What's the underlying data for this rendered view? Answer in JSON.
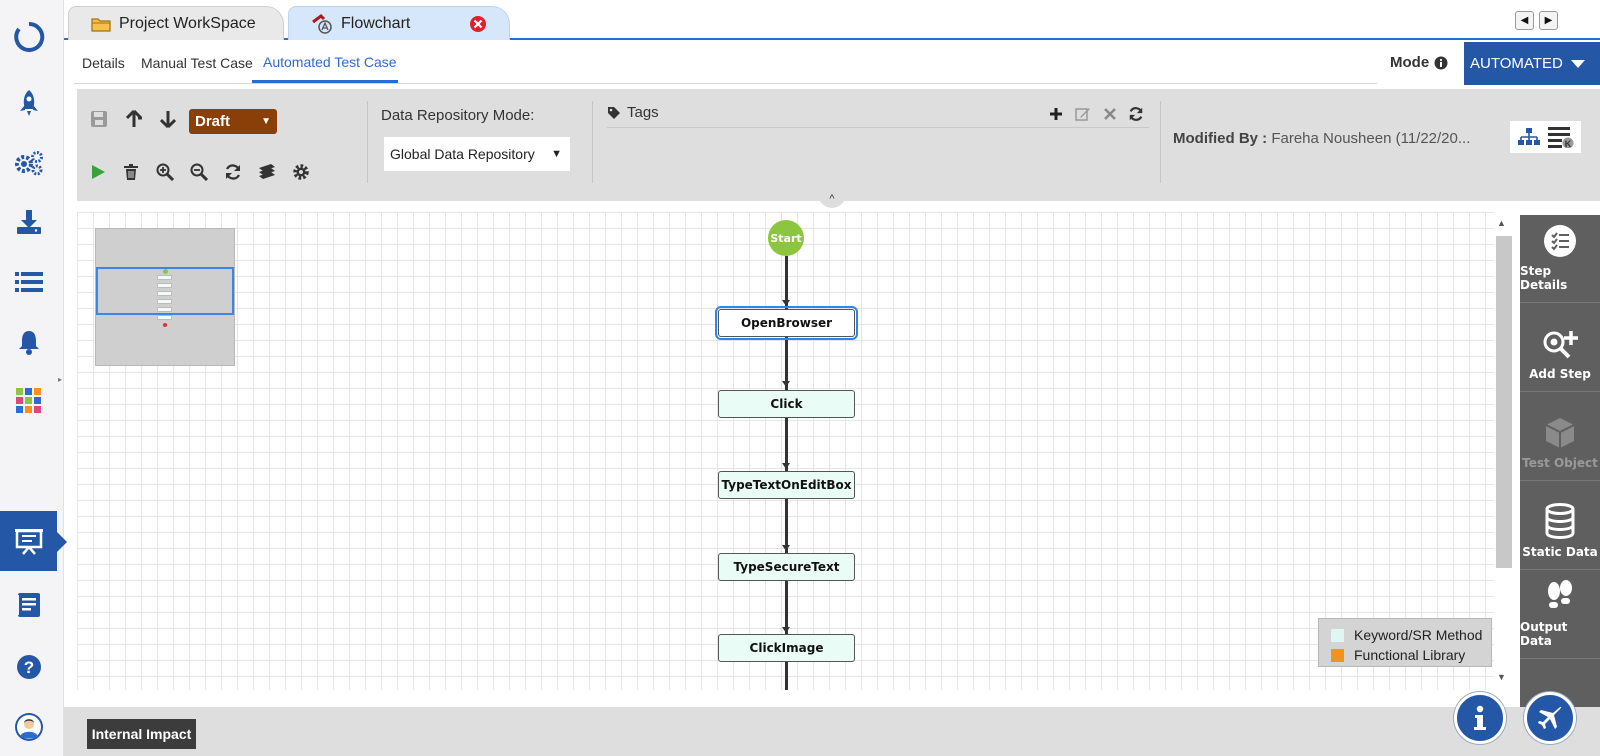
{
  "colors": {
    "brand": "#2557a7",
    "accent": "#2c6bd3",
    "draft": "#8a3e08",
    "start_node": "#8cc63f",
    "keyword_swatch": "#dff6f2",
    "functional_swatch": "#f0941f"
  },
  "sidebar": {
    "items": [
      {
        "icon": "logo-ring-icon"
      },
      {
        "icon": "rocket-icon"
      },
      {
        "icon": "gears-icon"
      },
      {
        "icon": "download-tray-icon"
      },
      {
        "icon": "list-icon"
      },
      {
        "icon": "bell-icon"
      },
      {
        "icon": "app-grid-icon"
      },
      {
        "icon": "presentation-board-icon",
        "active": true
      },
      {
        "icon": "document-icon"
      },
      {
        "icon": "help-icon"
      },
      {
        "icon": "user-avatar-icon"
      }
    ]
  },
  "tabs": [
    {
      "label": "Project WorkSpace",
      "icon": "folder-icon"
    },
    {
      "label": "Flowchart",
      "icon": "flowchart-icon",
      "active": true,
      "closable": true
    }
  ],
  "subtabs": [
    {
      "label": "Details"
    },
    {
      "label": "Manual Test Case"
    },
    {
      "label": "Automated Test Case",
      "active": true
    }
  ],
  "mode": {
    "label": "Mode",
    "value": "AUTOMATED"
  },
  "toolbar": {
    "status": "Draft",
    "repository_label": "Data Repository Mode:",
    "repository_value": "Global Data Repository",
    "tags_label": "Tags",
    "modified_label": "Modified By :",
    "modified_value": "Fareha Nousheen (11/22/20..."
  },
  "flow": {
    "start": "Start",
    "steps": [
      "OpenBrowser",
      "Click",
      "TypeTextOnEditBox",
      "TypeSecureText",
      "ClickImage"
    ],
    "selected_step": "OpenBrowser"
  },
  "legend": [
    {
      "label": "Keyword/SR Method",
      "color": "#dff6f2"
    },
    {
      "label": "Functional Library",
      "color": "#f0941f"
    }
  ],
  "right_panel": [
    {
      "label": "Step Details",
      "icon": "checklist-icon",
      "enabled": true
    },
    {
      "label": "Add Step",
      "icon": "add-step-icon",
      "enabled": true
    },
    {
      "label": "Test Object",
      "icon": "cube-icon",
      "enabled": false
    },
    {
      "label": "Static Data",
      "icon": "database-icon",
      "enabled": true
    },
    {
      "label": "Output Data",
      "icon": "footprints-icon",
      "enabled": true
    }
  ],
  "footer": {
    "internal_impact": "Internal Impact"
  }
}
